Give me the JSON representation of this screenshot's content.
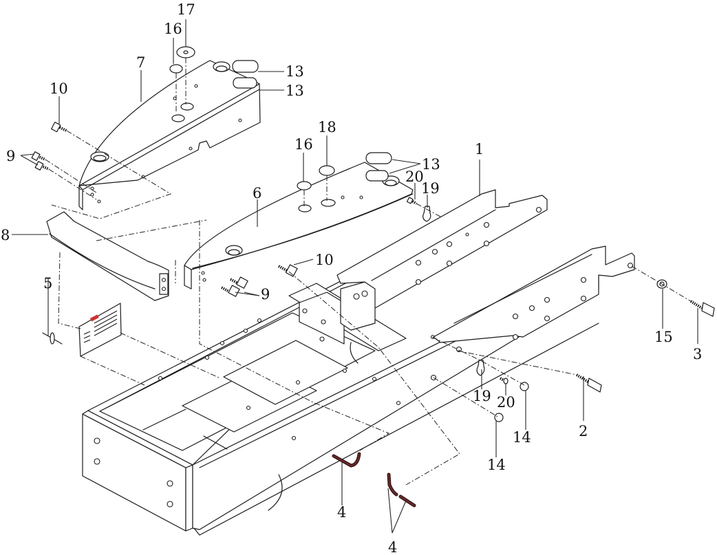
{
  "diagram": {
    "title": "Frame assembly exploded view",
    "callouts": [
      {
        "id": "c1",
        "label": "1"
      },
      {
        "id": "c2",
        "label": "2"
      },
      {
        "id": "c3",
        "label": "3"
      },
      {
        "id": "c4a",
        "label": "4"
      },
      {
        "id": "c4b",
        "label": "4"
      },
      {
        "id": "c5",
        "label": "5"
      },
      {
        "id": "c6",
        "label": "6"
      },
      {
        "id": "c7",
        "label": "7"
      },
      {
        "id": "c8",
        "label": "8"
      },
      {
        "id": "c9a",
        "label": "9"
      },
      {
        "id": "c9b",
        "label": "9"
      },
      {
        "id": "c10a",
        "label": "10"
      },
      {
        "id": "c10b",
        "label": "10"
      },
      {
        "id": "c13a",
        "label": "13"
      },
      {
        "id": "c13b",
        "label": "13"
      },
      {
        "id": "c13c",
        "label": "13"
      },
      {
        "id": "c14a",
        "label": "14"
      },
      {
        "id": "c14b",
        "label": "14"
      },
      {
        "id": "c15",
        "label": "15"
      },
      {
        "id": "c16a",
        "label": "16"
      },
      {
        "id": "c16b",
        "label": "16"
      },
      {
        "id": "c17",
        "label": "17"
      },
      {
        "id": "c18",
        "label": "18"
      },
      {
        "id": "c19a",
        "label": "19"
      },
      {
        "id": "c19b",
        "label": "19"
      },
      {
        "id": "c20a",
        "label": "20"
      },
      {
        "id": "c20b",
        "label": "20"
      }
    ],
    "colors": {
      "line": "#1a1a1a",
      "wire": "#3a1a1a",
      "label_accent": "#d03030"
    }
  }
}
